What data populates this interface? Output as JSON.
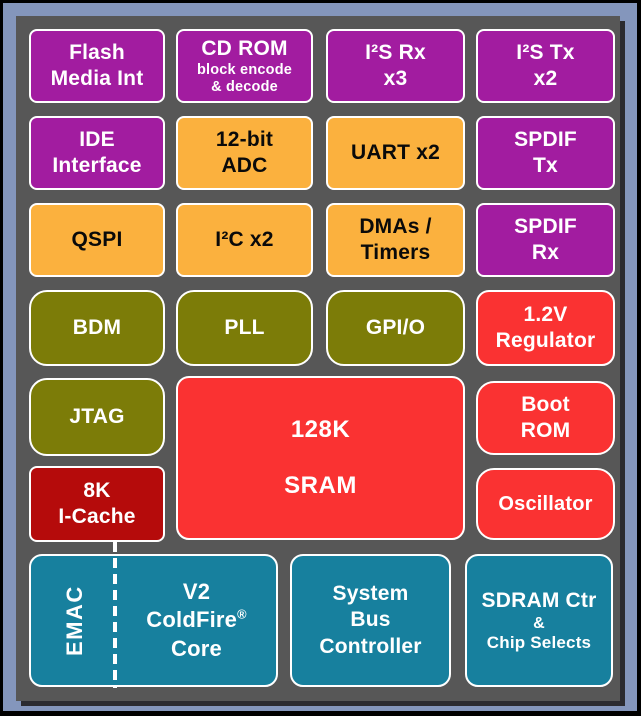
{
  "palette": {
    "peripheral_purple": "#A21CA0",
    "peripheral_orange": "#FBB13E",
    "debug_olive": "#7C7C08",
    "memory_red": "#FA3232",
    "cache_dark_red": "#B50B0B",
    "core_teal": "#17809E",
    "panel_gray": "#575757",
    "frame_blue": "#8496BC",
    "outer_black": "#000000",
    "block_border_white": "#FFFFFF"
  },
  "blocks": {
    "flash_media": {
      "lines": [
        "Flash",
        "Media Int"
      ]
    },
    "cdrom": {
      "title": "CD ROM",
      "sub": [
        "block encode",
        "& decode"
      ]
    },
    "i2s_rx": {
      "lines": [
        "I²S Rx",
        "x3"
      ]
    },
    "i2s_tx": {
      "lines": [
        "I²S Tx",
        "x2"
      ]
    },
    "ide": {
      "lines": [
        "IDE",
        "Interface"
      ]
    },
    "adc": {
      "lines": [
        "12-bit",
        "ADC"
      ]
    },
    "uart": {
      "lines": [
        "UART x2"
      ]
    },
    "spdif_tx": {
      "lines": [
        "SPDIF",
        "Tx"
      ]
    },
    "qspi": {
      "lines": [
        "QSPI"
      ]
    },
    "i2c": {
      "lines": [
        "I²C x2"
      ]
    },
    "dmas": {
      "lines": [
        "DMAs /",
        "Timers"
      ]
    },
    "spdif_rx": {
      "lines": [
        "SPDIF",
        "Rx"
      ]
    },
    "bdm": {
      "lines": [
        "BDM"
      ]
    },
    "pll": {
      "lines": [
        "PLL"
      ]
    },
    "gpio": {
      "lines": [
        "GPI/O"
      ]
    },
    "regulator": {
      "lines": [
        "1.2V",
        "Regulator"
      ]
    },
    "jtag": {
      "lines": [
        "JTAG"
      ]
    },
    "sram": {
      "lines": [
        "128K",
        "SRAM"
      ]
    },
    "boot_rom": {
      "lines": [
        "Boot",
        "ROM"
      ]
    },
    "icache": {
      "lines": [
        "8K",
        "I-Cache"
      ]
    },
    "oscillator": {
      "lines": [
        "Oscillator"
      ]
    },
    "emac": {
      "label": "EMAC"
    },
    "core": {
      "line1": "V2",
      "line2": "ColdFire",
      "reg_mark": "®",
      "line3": "Core"
    },
    "sbc": {
      "lines": [
        "System",
        "Bus",
        "Controller"
      ]
    },
    "sdram": {
      "title": "SDRAM Ctr",
      "amp": "&",
      "sub": "Chip Selects"
    }
  }
}
